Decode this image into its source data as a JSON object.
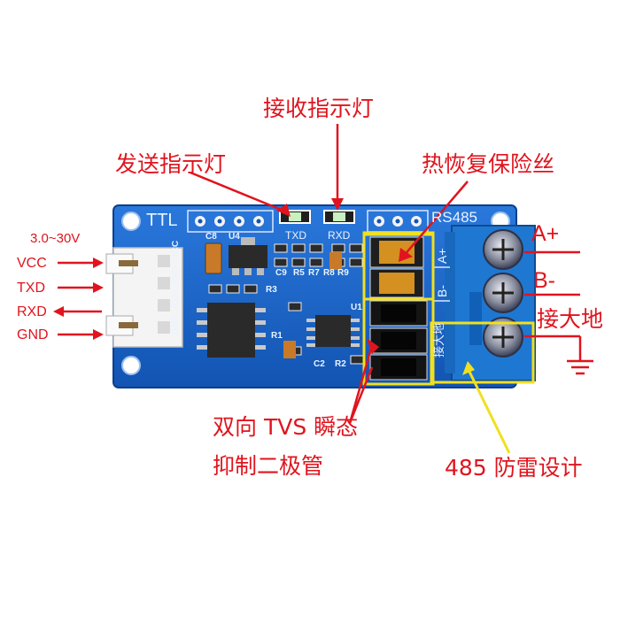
{
  "annotations": {
    "receive_led": "接收指示灯",
    "send_led": "发送指示灯",
    "thermal_fuse": "热恢复保险丝",
    "tvs_line1": "双向 TVS 瞬态",
    "tvs_line2": "抑制二极管",
    "lightning": "485 防雷设计",
    "a_plus": "A+",
    "b_minus": "B-",
    "earth": "接大地"
  },
  "pins": {
    "voltage": "3.0~30V",
    "vcc": "VCC",
    "txd": "TXD",
    "rxd": "RXD",
    "gnd": "GND"
  },
  "board": {
    "ttl": "TTL",
    "rs485": "RS485",
    "txd_led": "TXD",
    "rxd_led": "RXD",
    "connector_pins": [
      "GND",
      "RXD",
      "TXD",
      "VCC"
    ],
    "terminal_a": "A+",
    "terminal_b": "B-",
    "terminal_earth": "接大地",
    "c8": "C8",
    "u4": "U4",
    "c9": "C9",
    "r5": "R5",
    "r7": "R7",
    "r8": "R8",
    "r9": "R9",
    "r3": "R3",
    "u1": "U1",
    "c2": "C2",
    "r1": "R1",
    "r2": "R2"
  },
  "colors": {
    "annotation": "#e0141e",
    "highlight": "#f0e020",
    "pcb": "#1660c8",
    "terminal": "#1e78d2"
  }
}
